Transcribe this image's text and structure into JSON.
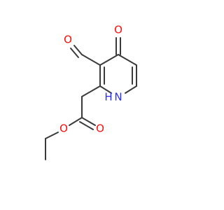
{
  "molecule": {
    "atoms": {
      "aldehyde_oxygen": "O",
      "ketone_oxygen": "O",
      "ring_nitrogen": "N",
      "nitrogen_hydrogen": "H",
      "ester_carbonyl_oxygen": "O",
      "ester_ether_oxygen": "O"
    },
    "colors": {
      "bond": "#3a3a3a",
      "oxygen": "#ff0d0d",
      "nitrogen": "#2c2cff"
    }
  }
}
